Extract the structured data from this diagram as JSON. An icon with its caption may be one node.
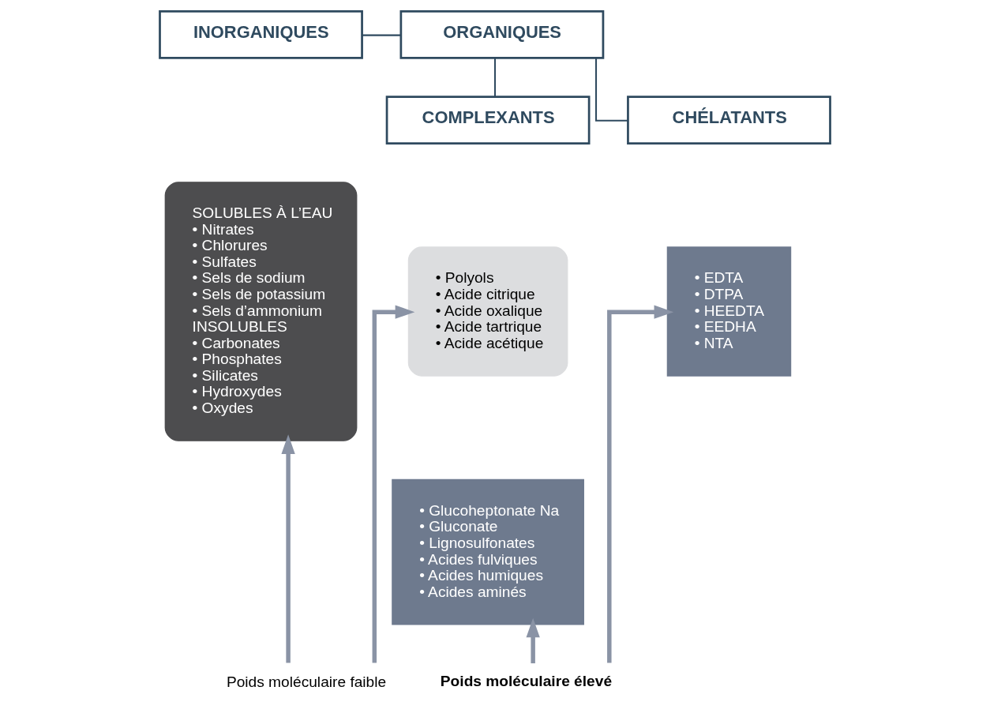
{
  "diagram": {
    "nodes": [
      {
        "text": [
          "INORGANIQUES"
        ]
      },
      {
        "text": [
          "ORGANIQUES"
        ]
      },
      {
        "text": [
          "COMPLEXANTS"
        ]
      },
      {
        "text": [
          "CHÉLATANTS"
        ]
      },
      {
        "text": [
          "SOLUBLES À L’EAU",
          "• Nitrates",
          "• Chlorures",
          "• Sulfates",
          "• Sels de sodium",
          "• Sels de potassium",
          "• Sels d’ammonium",
          "INSOLUBLES",
          "• Carbonates",
          "• Phosphates",
          "• Silicates",
          "• Hydroxydes",
          "• Oxydes"
        ]
      },
      {
        "text": [
          "• Polyols",
          "• Acide citrique",
          "• Acide oxalique",
          "• Acide tartrique",
          "• Acide acétique"
        ]
      },
      {
        "text": [
          "• Glucoheptonate Na",
          "• Gluconate",
          "• Lignosulfonates",
          "• Acides fulviques",
          "• Acides humiques",
          "• Acides aminés"
        ]
      },
      {
        "text": [
          "• EDTA",
          "• DTPA",
          "• HEEDTA",
          "• EEDHA",
          "• NTA"
        ]
      },
      {
        "text": [
          "Poids moléculaire faible"
        ]
      },
      {
        "text": [
          "Poids moléculaire élevé"
        ]
      }
    ],
    "edges": [
      {
        "from": 0,
        "to": 1,
        "arrow": "none",
        "color": "#2f4a5f"
      },
      {
        "from": 1,
        "to": 2,
        "arrow": "none",
        "color": "#2f4a5f"
      },
      {
        "from": 1,
        "to": 3,
        "arrow": "none",
        "color": "#2f4a5f"
      },
      {
        "from": 8,
        "to": 4,
        "arrow": "to"
      },
      {
        "from": 8,
        "to": 5,
        "arrow": "to"
      },
      {
        "from": 9,
        "to": 6,
        "arrow": "to"
      },
      {
        "from": 9,
        "to": 7,
        "arrow": "to"
      }
    ]
  }
}
